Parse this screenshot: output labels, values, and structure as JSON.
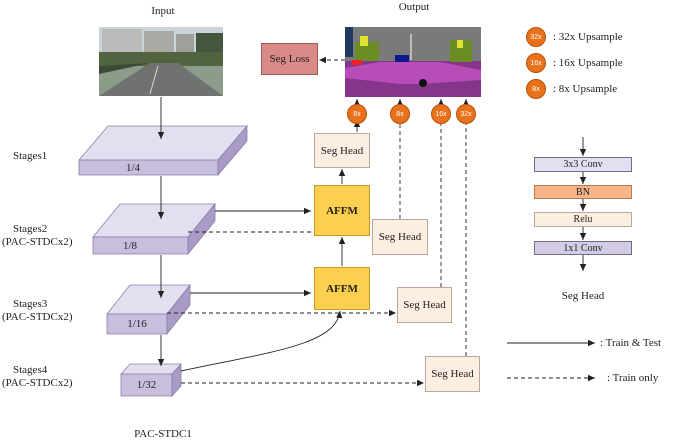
{
  "titles": {
    "input": "Input",
    "output": "Output",
    "model": "PAC-STDC1"
  },
  "stages": [
    {
      "name": "Stages1",
      "sub": "",
      "ratio": "1/4"
    },
    {
      "name": "Stages2",
      "sub": "(PAC-STDCx2)",
      "ratio": "1/8"
    },
    {
      "name": "Stages3",
      "sub": "(PAC-STDCx2)",
      "ratio": "1/16"
    },
    {
      "name": "Stages4",
      "sub": "(PAC-STDCx2)",
      "ratio": "1/32"
    }
  ],
  "blocks": {
    "affm": "AFFM",
    "seg_head": "Seg Head",
    "seg_loss": "Seg Loss"
  },
  "upsample_badges": [
    "8x",
    "8x",
    "16x",
    "32x"
  ],
  "legend": {
    "upsample": [
      {
        "badge": "32x",
        "label": ": 32x Upsample"
      },
      {
        "badge": "16x",
        "label": ": 16x Upsample"
      },
      {
        "badge": "8x",
        "label": ": 8x Upsample"
      }
    ],
    "head_stack": [
      "3x3 Conv",
      "BN",
      "Relu",
      "1x1 Conv"
    ],
    "head_caption": "Seg Head",
    "train_test": ": Train & Test",
    "train_only": ": Train only"
  },
  "colors": {
    "stage_top": "#e4dff0",
    "stage_front": "#c9bedd",
    "stage_side": "#a99bc6",
    "affm": "#fccf4e",
    "seg_head": "#fdeee2",
    "seg_loss": "#d98a86",
    "badge": "#e8711c",
    "bn": "#f6b58a"
  }
}
